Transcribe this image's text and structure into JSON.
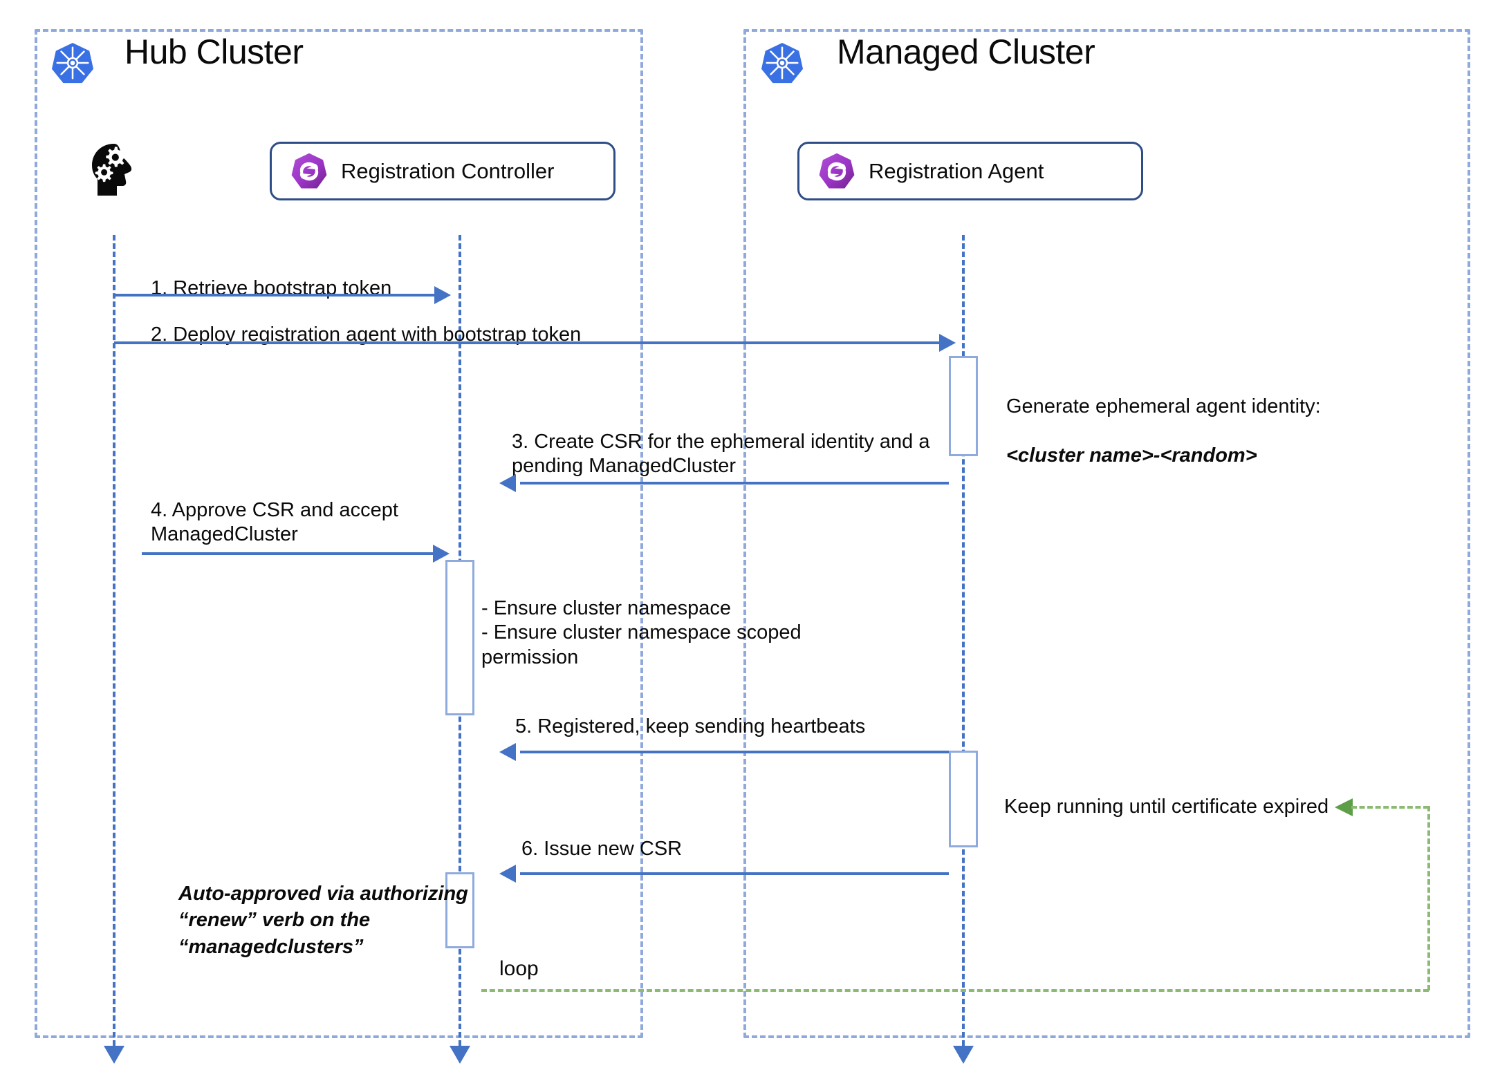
{
  "diagram": {
    "title": "OCM cluster registration sequence diagram",
    "colors": {
      "frame_dashed": "#8FA9DC",
      "lifeline": "#4472C4",
      "message": "#4472C4",
      "activation_border": "#8FAADC",
      "participant_border": "#2E4D86",
      "loop_green": "#8DBA72",
      "loop_arrow_green": "#5E9E48",
      "k8s_blue": "#3970E3",
      "ocm_purple": "#9B3FBF"
    }
  },
  "clusters": [
    {
      "id": "hub",
      "title": "Hub Cluster",
      "icon": "kubernetes-icon"
    },
    {
      "id": "managed",
      "title": "Managed Cluster",
      "icon": "kubernetes-icon"
    }
  ],
  "participants": [
    {
      "id": "actor",
      "label": "",
      "icon": "head-with-gears-icon"
    },
    {
      "id": "registration-controller",
      "label": "Registration Controller",
      "icon": "ocm-icon"
    },
    {
      "id": "registration-agent",
      "label": "Registration Agent",
      "icon": "ocm-icon"
    }
  ],
  "messages": [
    {
      "num": "1",
      "label": "1. Retrieve bootstrap token",
      "from": "actor",
      "to": "registration-controller",
      "direction": "right"
    },
    {
      "num": "2",
      "label": "2. Deploy registration agent with bootstrap token",
      "from": "actor",
      "to": "registration-agent",
      "direction": "right"
    },
    {
      "num": "3",
      "label": "3. Create CSR for the ephemeral identity and a\npending ManagedCluster",
      "from": "registration-agent",
      "to": "registration-controller",
      "direction": "left"
    },
    {
      "num": "4",
      "label": "4. Approve CSR and accept\nManagedCluster",
      "from": "actor",
      "to": "registration-controller",
      "direction": "right"
    },
    {
      "num": "5",
      "label": "5. Registered, keep sending heartbeats",
      "from": "registration-agent",
      "to": "registration-controller",
      "direction": "left"
    },
    {
      "num": "6",
      "label": "6. Issue new CSR",
      "from": "registration-agent",
      "to": "registration-controller",
      "direction": "left"
    }
  ],
  "notes": [
    {
      "id": "ephemeral-identity",
      "line1": "Generate ephemeral agent identity:",
      "line2": "<cluster name>-<random>",
      "style": "line2-italic"
    },
    {
      "id": "ensure-namespace",
      "text": "- Ensure cluster namespace\n- Ensure cluster namespace scoped\n  permission",
      "style": "plain"
    },
    {
      "id": "keep-running",
      "text": "Keep running until certificate expired",
      "style": "plain"
    },
    {
      "id": "auto-approved",
      "text": "Auto-approved via authorizing\n“renew” verb on the\n“managedclusters”",
      "style": "italic"
    }
  ],
  "loop": {
    "label": "loop"
  }
}
